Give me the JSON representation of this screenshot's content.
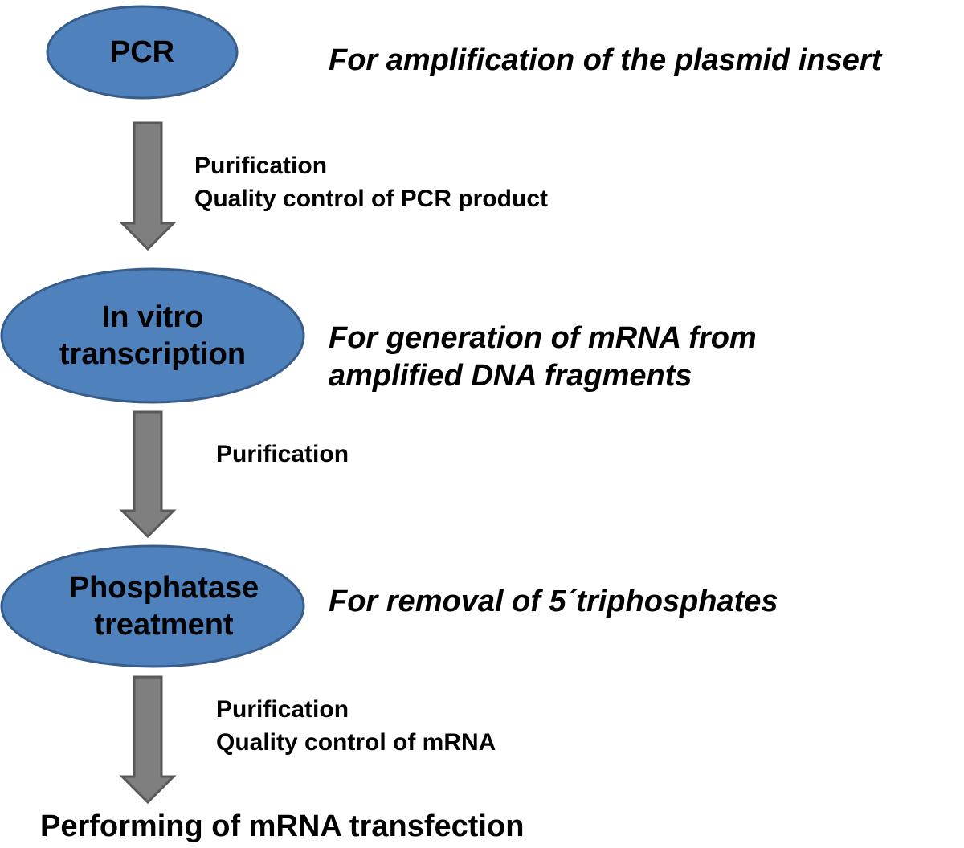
{
  "colors": {
    "node_fill": "#4f81bd",
    "node_stroke": "#385d8a",
    "arrow_fill": "#7f7f7f",
    "arrow_stroke": "#595959",
    "text": "#000000"
  },
  "steps": [
    {
      "label": [
        "PCR"
      ],
      "description": [
        "For amplification of the plasmid insert"
      ],
      "notes": [
        "Purification",
        "Quality control of PCR product"
      ]
    },
    {
      "label": [
        "In vitro",
        "transcription"
      ],
      "description": [
        "For generation of mRNA from",
        "amplified DNA fragments"
      ],
      "notes": [
        "Purification"
      ]
    },
    {
      "label": [
        "Phosphatase",
        "treatment"
      ],
      "description": [
        "For removal of 5´triphosphates"
      ],
      "notes": [
        "Purification",
        "Quality control of mRNA"
      ]
    }
  ],
  "final_step": "Performing of mRNA transfection"
}
